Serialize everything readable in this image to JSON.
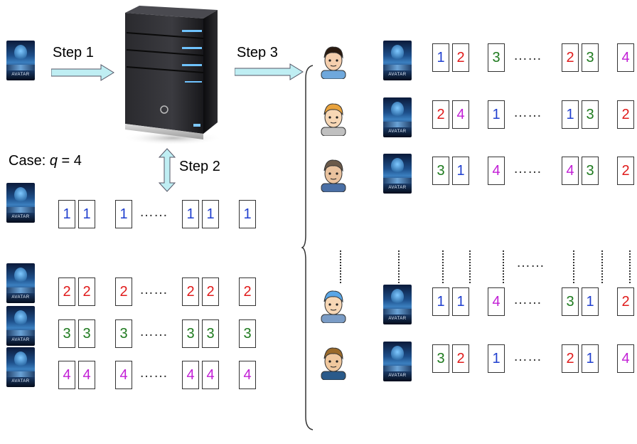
{
  "labels": {
    "step1": "Step 1",
    "step2": "Step 2",
    "step3": "Step 3",
    "case_prefix": "Case: ",
    "case_var": "q",
    "case_suffix": " = 4",
    "dots": "……"
  },
  "poster_title": "AVATAR",
  "colors": {
    "1": "#1f3fcf",
    "2": "#e01b1b",
    "3": "#1e7a1e",
    "4": "#c21fd6"
  },
  "left_rows": [
    {
      "values": [
        "1",
        "1",
        "1",
        "1",
        "1",
        "1"
      ]
    },
    {
      "values": [
        "2",
        "2",
        "2",
        "2",
        "2",
        "2"
      ]
    },
    {
      "values": [
        "3",
        "3",
        "3",
        "3",
        "3",
        "3"
      ]
    },
    {
      "values": [
        "4",
        "4",
        "4",
        "4",
        "4",
        "4"
      ]
    }
  ],
  "right_rows": [
    {
      "avatar": "user-avatar-dark-hair-icon",
      "values": [
        "1",
        "2",
        "3",
        "2",
        "3",
        "4"
      ]
    },
    {
      "avatar": "user-avatar-blonde-icon",
      "values": [
        "2",
        "4",
        "1",
        "1",
        "3",
        "2"
      ]
    },
    {
      "avatar": "user-avatar-spiky-hair-icon",
      "values": [
        "3",
        "1",
        "4",
        "4",
        "3",
        "2"
      ]
    },
    {
      "avatar": "user-avatar-cap-icon",
      "values": [
        "1",
        "1",
        "4",
        "3",
        "1",
        "2"
      ]
    },
    {
      "avatar": "user-avatar-hat-icon",
      "values": [
        "3",
        "2",
        "1",
        "2",
        "1",
        "4"
      ]
    }
  ]
}
